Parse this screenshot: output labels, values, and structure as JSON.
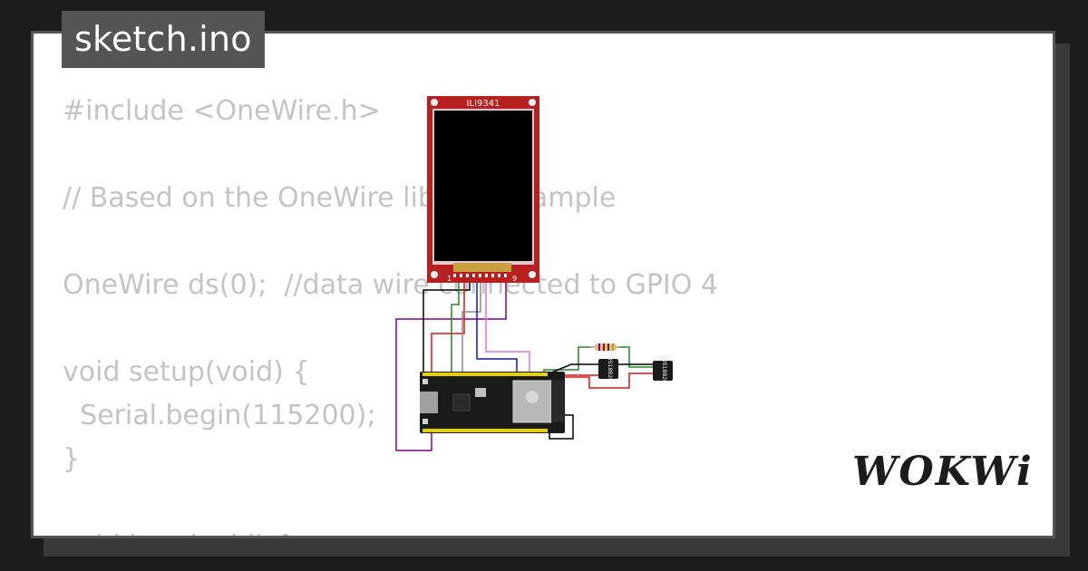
{
  "tab": {
    "title": "sketch.ino"
  },
  "code_lines": [
    "#include <OneWire.h>",
    "",
    "// Based on the OneWire library example",
    "",
    "OneWire ds(0);  //data wire connected to GPIO 4",
    "",
    "void setup(void) {",
    "  Serial.begin(115200);",
    "}",
    "",
    "void loop(void) {"
  ],
  "display": {
    "label": "ILI9341",
    "pin_start": "1",
    "pin_end": "9"
  },
  "sensors": [
    {
      "label": "DS18B20"
    },
    {
      "label": "DS18B20"
    }
  ],
  "brand": {
    "name": "WOKWi"
  },
  "colors": {
    "background": "#1c1c1c",
    "card": "#ffffff",
    "tab": "#555555",
    "code_text": "#c4c4c4",
    "display_pcb": "#b8201f",
    "board": "#1a1a1a",
    "wire_black": "#000000",
    "wire_red": "#e01010",
    "wire_green": "#1f8a1f",
    "wire_blue": "#1010d0",
    "wire_gray": "#8a8a8a",
    "wire_violet": "#e070e0",
    "wire_purple": "#800080"
  }
}
